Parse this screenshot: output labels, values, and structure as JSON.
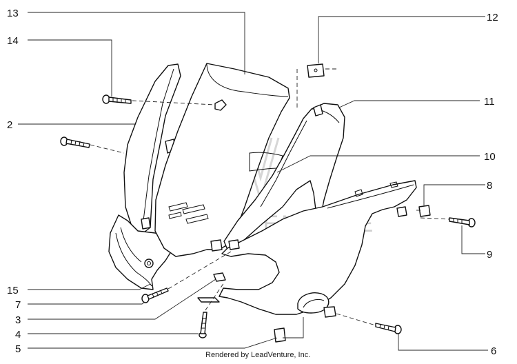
{
  "callouts": {
    "l2": "2",
    "l3": "3",
    "l4": "4",
    "l5": "5",
    "l6": "6",
    "l7": "7",
    "l8": "8",
    "l9": "9",
    "l10": "10",
    "l11": "11",
    "l12": "12",
    "l13": "13",
    "l14": "14",
    "l15": "15"
  },
  "watermark": "LEADVENTURE",
  "footer": "Rendered by LeadVenture, Inc."
}
